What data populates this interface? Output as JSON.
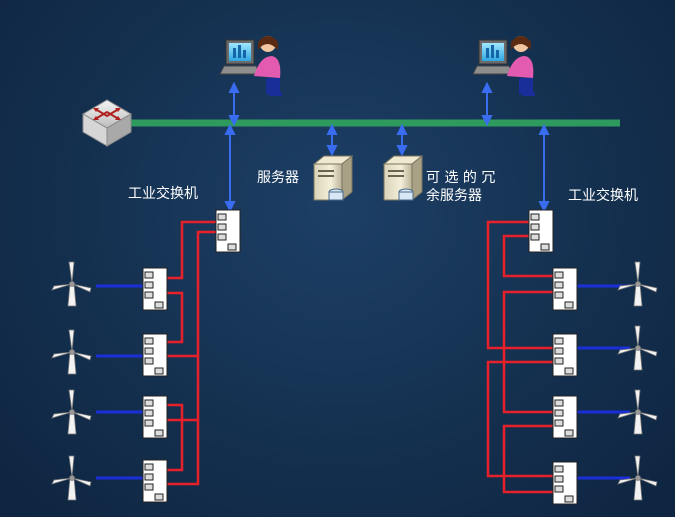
{
  "labels": {
    "switch_left": "工业交换机",
    "switch_right": "工业交换机",
    "server": "服务器",
    "redundant_server_line1": "可 选 的 冗",
    "redundant_server_line2": "余服务器"
  },
  "colors": {
    "background": "#14304f",
    "backbone": "#2e9a5e",
    "uplink": "#3a6cf0",
    "ring": "#e8202a",
    "turbine_link": "#1b2fd8"
  },
  "icons": {
    "core_router": "router-icon",
    "workstation": "workstation-operator-icon",
    "server": "server-icon",
    "switch": "industrial-switch-icon",
    "turbine": "wind-turbine-icon"
  },
  "diagram": {
    "workstations": 2,
    "servers": 2,
    "left_switches": 5,
    "right_switches": 5,
    "turbines_per_side": 4
  }
}
